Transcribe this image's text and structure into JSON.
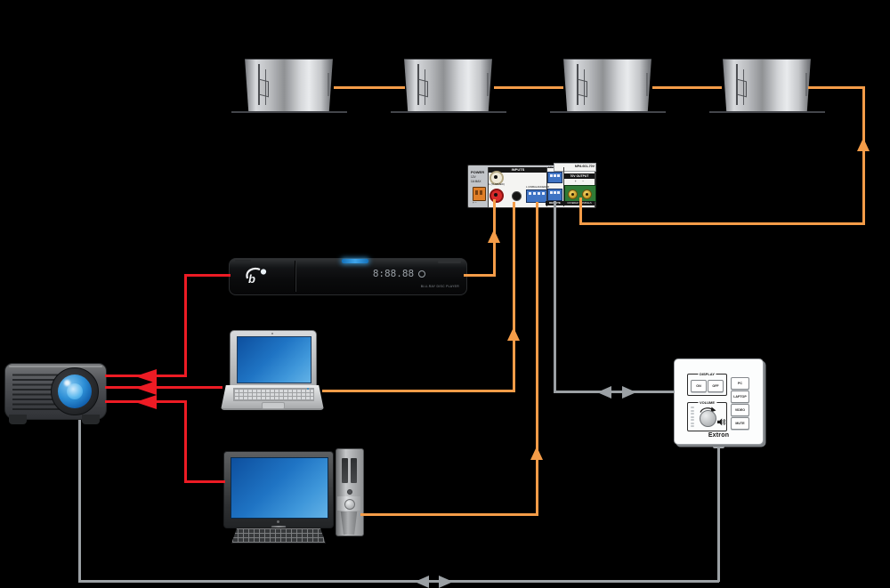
{
  "colors": {
    "background": "#000000",
    "audio_cable": "#F49C48",
    "video_cable": "#ED1B24",
    "control_cable": "#9BA0A4",
    "screen_blue": "#1F74C4"
  },
  "speakers": {
    "count": 4
  },
  "amplifier": {
    "model": "MPA 601-70V",
    "inputs_label": "INPUTS",
    "rca_label": "L (SUMMED)",
    "captive_label": "L (UNBALANCED) R",
    "aux_top_label": "12V",
    "remote_label": "REMOTE",
    "output_label": "70V OUTPUT",
    "output_polarity": "+       −",
    "output_note": "COVERED TERMINALS",
    "power": {
      "label": "POWER",
      "volt": "12V",
      "amp": "1A MAX",
      "polarity": "+  −"
    }
  },
  "bluray_player": {
    "logo_letter": "b",
    "display_time": "8:88.88",
    "name_text": "BLU-RAY DISC PLAYER"
  },
  "wall_controller": {
    "display_group": "DISPLAY",
    "on": "ON",
    "off": "OFF",
    "volume_group": "VOLUME",
    "source_buttons": [
      {
        "label": "PC"
      },
      {
        "label": "LAPTOP"
      },
      {
        "label": "VIDEO"
      },
      {
        "label": "MUTE"
      }
    ],
    "brand": "Extron"
  }
}
